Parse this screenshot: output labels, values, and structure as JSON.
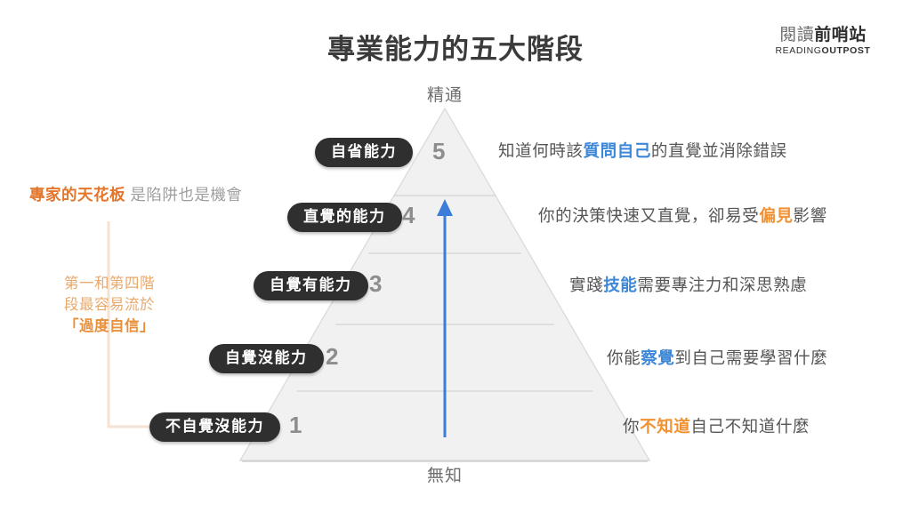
{
  "header": {
    "title": "專業能力的五大階段",
    "logo": {
      "cn_light": "閱讀",
      "cn_bold": "前哨站",
      "en_light": "READING",
      "en_bold": "OUTPOST"
    }
  },
  "axis": {
    "top": "精通",
    "bottom": "無知"
  },
  "levels": [
    {
      "num": "5",
      "badge": "自省能力",
      "desc_pre": "知道何時該",
      "desc_hl": "質問自己",
      "desc_post": "的直覺並消除錯誤",
      "hl_color": "blue"
    },
    {
      "num": "4",
      "badge": "直覺的能力",
      "desc_pre": "你的決策快速又直覺，卻易受",
      "desc_hl": "偏見",
      "desc_post": "影響",
      "hl_color": "orange"
    },
    {
      "num": "3",
      "badge": "自覺有能力",
      "desc_pre": "實踐",
      "desc_hl": "技能",
      "desc_post": "需要專注力和深思熟慮",
      "hl_color": "blue"
    },
    {
      "num": "2",
      "badge": "自覺沒能力",
      "desc_pre": "你能",
      "desc_hl": "察覺",
      "desc_post": "到自己需要學習什麼",
      "hl_color": "blue"
    },
    {
      "num": "1",
      "badge": "不自覺沒能力",
      "desc_pre": "你",
      "desc_hl": "不知道",
      "desc_post": "自己不知道什麼",
      "hl_color": "orange"
    }
  ],
  "annotations": {
    "ceiling_strong": "專家的天花板",
    "ceiling_soft": " 是陷阱也是機會",
    "overconfidence_line1": "第一和第四階",
    "overconfidence_line2": "段最容易流於",
    "overconfidence_line3": "「過度自信」"
  },
  "colors": {
    "accent_orange": "#e3762b",
    "soft_orange": "#e8a96e",
    "highlight_blue": "#3d87d8",
    "highlight_orange": "#f09233",
    "arrow_blue": "#3b7dd8",
    "pyramid_fill": "#f1f1f1",
    "badge_bg": "#2f2f2f",
    "number_gray": "#8d8d8d"
  },
  "chart_data": {
    "type": "pyramid",
    "title": "專業能力的五大階段",
    "axis_top": "精通",
    "axis_bottom": "無知",
    "direction": "bottom-to-top (ignorance to mastery)",
    "tiers": [
      {
        "rank": 1,
        "label": "不自覺沒能力",
        "description": "你不知道自己不知道什麼"
      },
      {
        "rank": 2,
        "label": "自覺沒能力",
        "description": "你能察覺到自己需要學習什麼"
      },
      {
        "rank": 3,
        "label": "自覺有能力",
        "description": "實踐技能需要專注力和深思熟慮"
      },
      {
        "rank": 4,
        "label": "直覺的能力",
        "description": "你的決策快速又直覺，卻易受偏見影響"
      },
      {
        "rank": 5,
        "label": "自省能力",
        "description": "知道何時該質問自己的直覺並消除錯誤"
      }
    ]
  }
}
